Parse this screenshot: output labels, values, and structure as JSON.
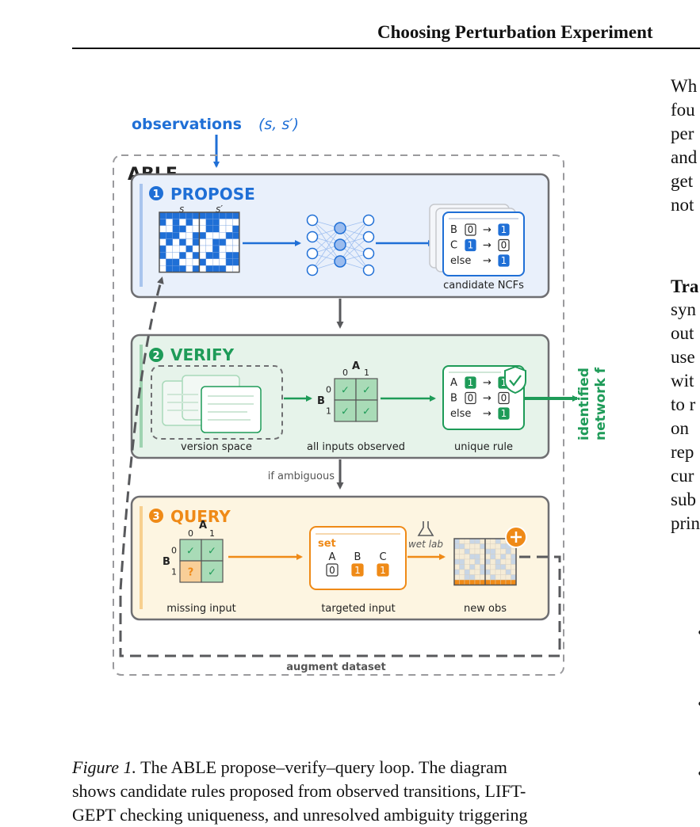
{
  "header": {
    "title": "Choosing Perturbation Experiment"
  },
  "right_column": {
    "lines_top": [
      "Wh",
      "fou",
      "per",
      "and",
      "get",
      "not"
    ],
    "heading": "Tra",
    "lines_bottom": [
      "syn",
      "out",
      "use",
      "wit",
      "to r",
      "on",
      "rep",
      "cur",
      "sub",
      "prin"
    ],
    "bullets": [
      "•",
      "•",
      "•"
    ]
  },
  "figure": {
    "observations_label": "observations",
    "observations_math": "(s, s′)",
    "able_label": "ABLE",
    "propose": {
      "number": "1",
      "title": "PROPOSE",
      "s_label": "s",
      "s_prime_label": "s′",
      "ncf_rules": [
        {
          "var": "B",
          "in": "0",
          "out": "1"
        },
        {
          "var": "C",
          "in": "1",
          "out": "0"
        },
        {
          "var": "else",
          "in": "",
          "out": "1"
        }
      ],
      "caption": "candidate NCFs"
    },
    "verify": {
      "number": "2",
      "title": "VERIFY",
      "version_space_label": "version space",
      "grid_top_var": "A",
      "grid_left_var": "B",
      "zero": "0",
      "one": "1",
      "check": "✓",
      "all_inputs_label": "all inputs observed",
      "rules": [
        {
          "var": "A",
          "in": "1",
          "out": "1"
        },
        {
          "var": "B",
          "in": "0",
          "out": "0"
        },
        {
          "var": "else",
          "in": "",
          "out": "1"
        }
      ],
      "unique_rule_label": "unique rule",
      "identified_line1": "identified",
      "identified_line2": "network f"
    },
    "if_ambiguous": "if ambiguous",
    "query": {
      "number": "3",
      "title": "QUERY",
      "grid_top_var": "A",
      "grid_left_var": "B",
      "question": "?",
      "missing_input_label": "missing input",
      "set_label": "set",
      "set_vars": [
        "A",
        "B",
        "C"
      ],
      "set_values": [
        "0",
        "1",
        "1"
      ],
      "targeted_input_label": "targeted input",
      "wet_lab_label": "wet lab",
      "new_obs_label": "new obs"
    },
    "augment_label": "augment dataset"
  },
  "caption": {
    "lead": "Figure 1.",
    "line1": "The ABLE propose–verify–query loop. The diagram",
    "line2": "shows candidate rules proposed from observed transitions, LIFT-",
    "line3": "GEPT checking uniqueness, and unresolved ambiguity triggering"
  },
  "colors": {
    "blue": "#1f6fd6",
    "green": "#1e9b58",
    "orange": "#ef8a17",
    "gray": "#6b6b6e"
  }
}
